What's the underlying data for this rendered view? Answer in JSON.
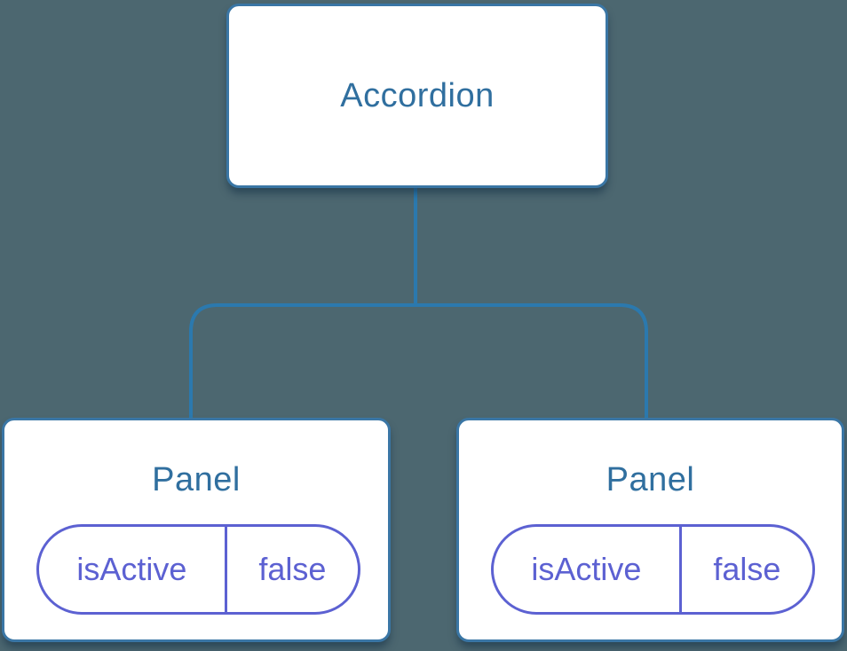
{
  "diagram": {
    "description": "React component tree showing an Accordion parent with two Panel children, each holding local isActive state",
    "root": {
      "label": "Accordion"
    },
    "panels": [
      {
        "title": "Panel",
        "state": {
          "name": "isActive",
          "value": "false"
        }
      },
      {
        "title": "Panel",
        "state": {
          "name": "isActive",
          "value": "false"
        }
      }
    ]
  },
  "colors": {
    "background": "#4C6770",
    "box-fill": "#FFFFFF",
    "box-border": "#3A76A5",
    "connector": "#2B79AE",
    "node-text": "#306F9F",
    "pill": "#5C61D2",
    "shadow": "rgba(12, 40, 64, 0.50)"
  }
}
